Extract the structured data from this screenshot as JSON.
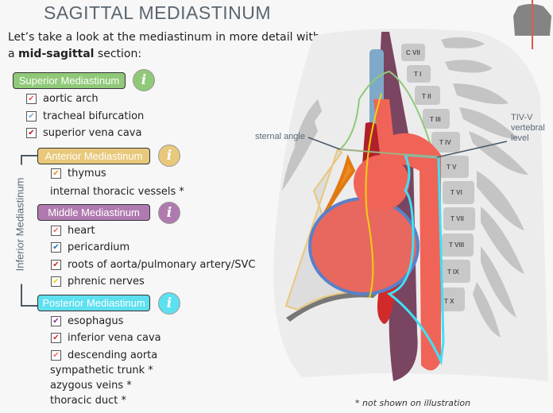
{
  "title": "SAGITTAL MEDIASTINUM",
  "intro": {
    "line1": "Let’s take a look at the mediastinum in more detail with",
    "line2_prefix": "a ",
    "line2_bold": "mid-sagittal",
    "line2_suffix": " section:"
  },
  "info_glyph": "i",
  "inferior_label": "Inferior Mediastinum",
  "sections": {
    "superior": {
      "label": "Superior Mediastinum",
      "color": "#90c978",
      "items": [
        {
          "label": "aortic arch",
          "check": "#ee5a50"
        },
        {
          "label": "tracheal bifurcation",
          "check": "#7fa9c8"
        },
        {
          "label": "superior vena cava",
          "check": "#b0202a"
        }
      ]
    },
    "anterior": {
      "label": "Anterior Mediastinum",
      "color": "#e8c87a",
      "items": [
        {
          "label": "thymus",
          "check": "#f08a20"
        }
      ],
      "plain": [
        "internal thoracic vessels *"
      ]
    },
    "middle": {
      "label": "Middle Mediastinum",
      "color": "#b07ab0",
      "items": [
        {
          "label": "heart",
          "check": "#f07060"
        },
        {
          "label": "pericardium",
          "check": "#1f6fc0"
        },
        {
          "label": "roots of aorta/pulmonary artery/SVC",
          "check": "#d02a2a"
        },
        {
          "label": "phrenic nerves",
          "check": "#f0d010"
        }
      ]
    },
    "posterior": {
      "label": "Posterior Mediastinum",
      "color": "#5de0f0",
      "items": [
        {
          "label": "esophagus",
          "check": "#8a3090"
        },
        {
          "label": "inferior vena cava",
          "check": "#e02a2a"
        },
        {
          "label": "descending aorta",
          "check": "#f07060"
        }
      ],
      "plain": [
        "sympathetic trunk *",
        "azygous veins *",
        "thoracic duct *"
      ]
    }
  },
  "illustration": {
    "sternal_angle": "sternal angle",
    "vertebral_level": [
      "TIV-V",
      "vertebral",
      "level"
    ],
    "vertebrae": [
      "C VII",
      "T I",
      "T II",
      "T III",
      "T IV",
      "T V",
      "T VI",
      "T VII",
      "T VIII",
      "T IX",
      "T X"
    ],
    "footnote": "* not shown on illustration"
  }
}
